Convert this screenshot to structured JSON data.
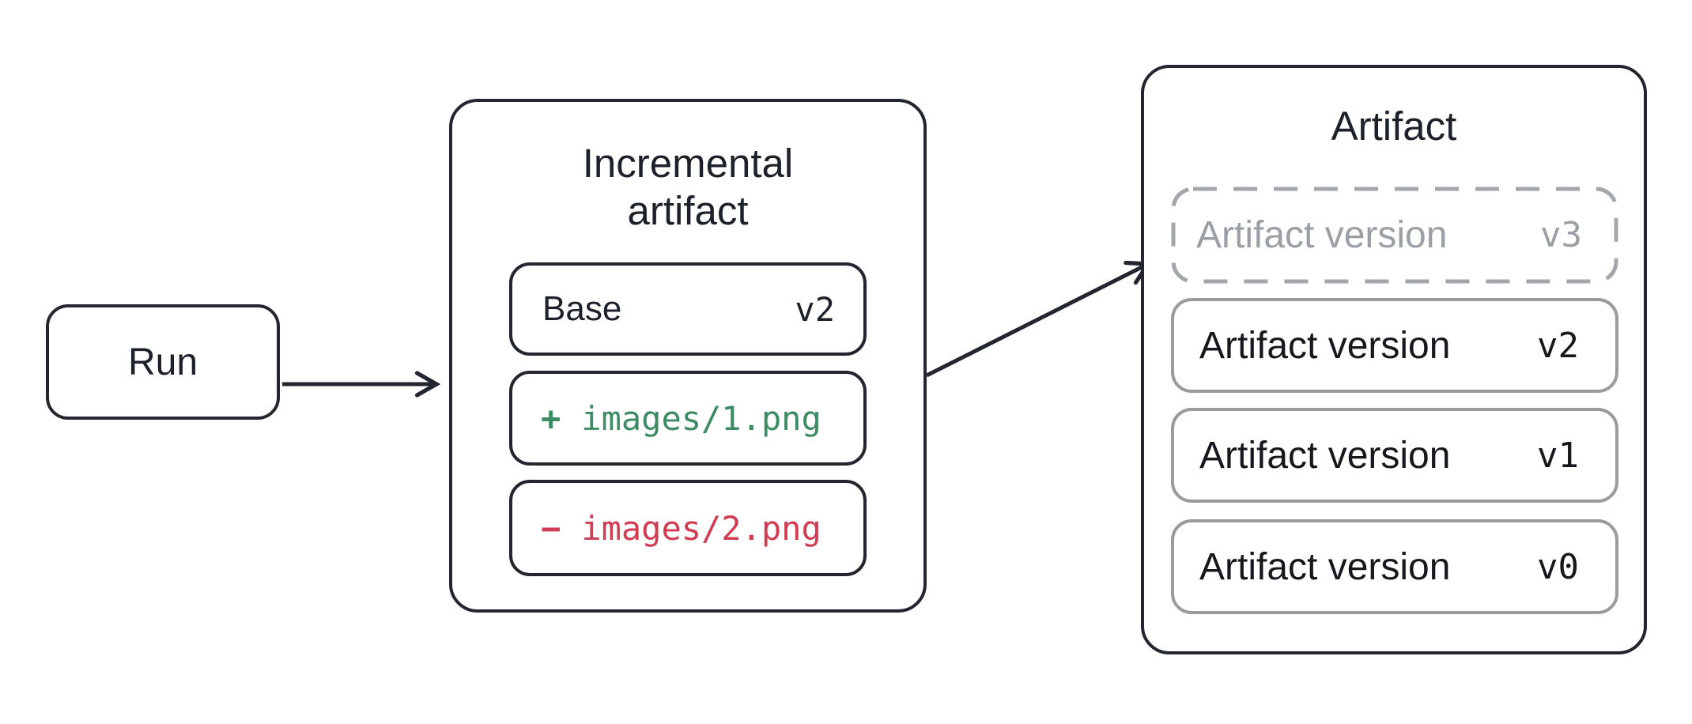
{
  "diagram": {
    "run": {
      "label": "Run"
    },
    "incremental": {
      "title": "Incremental artifact",
      "base": {
        "label": "Base",
        "version": "v2"
      },
      "added": {
        "op": "+",
        "path": "images/1.png"
      },
      "removed": {
        "op": "−",
        "path": "images/2.png"
      }
    },
    "artifact": {
      "title": "Artifact",
      "pending_version": {
        "label": "Artifact version",
        "tag": "v3"
      },
      "versions": [
        {
          "label": "Artifact version",
          "tag": "v2"
        },
        {
          "label": "Artifact version",
          "tag": "v1"
        },
        {
          "label": "Artifact version",
          "tag": "v0"
        }
      ]
    },
    "colors": {
      "dark": "#23262e",
      "text": "#1d212a",
      "added_green": "#3d8b63",
      "removed_red": "#d23c52",
      "version_border_gray": "#9b9b9b",
      "pending_gray": "#9ba0a6"
    }
  }
}
